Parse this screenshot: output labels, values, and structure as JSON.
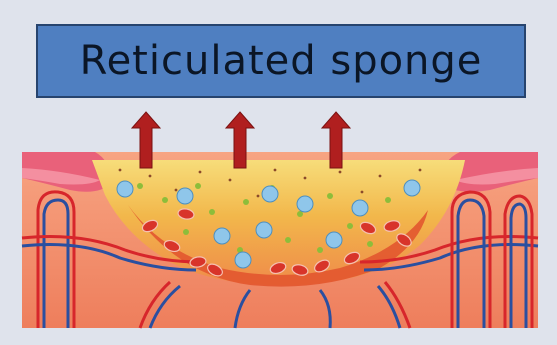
{
  "diagram": {
    "label": "Reticulated sponge",
    "arrow_direction": "up",
    "arrow_count": 3,
    "colors": {
      "background": "#dfe3ec",
      "label_fill": "#4f7fc1",
      "label_border": "#27446e",
      "arrow": "#b01f1f",
      "wound_bed": "#f2b74b",
      "tissue": "#f08a63",
      "artery": "#d7262b",
      "vein": "#2a4fa0",
      "white_cell": "#8fc6ea",
      "green_particle": "#8dbd3a",
      "red_cell": "#d8342a"
    },
    "icons": [
      "up-arrow-icon",
      "blood-vessel-icon",
      "white-blood-cell-icon",
      "red-blood-cell-icon"
    ]
  }
}
